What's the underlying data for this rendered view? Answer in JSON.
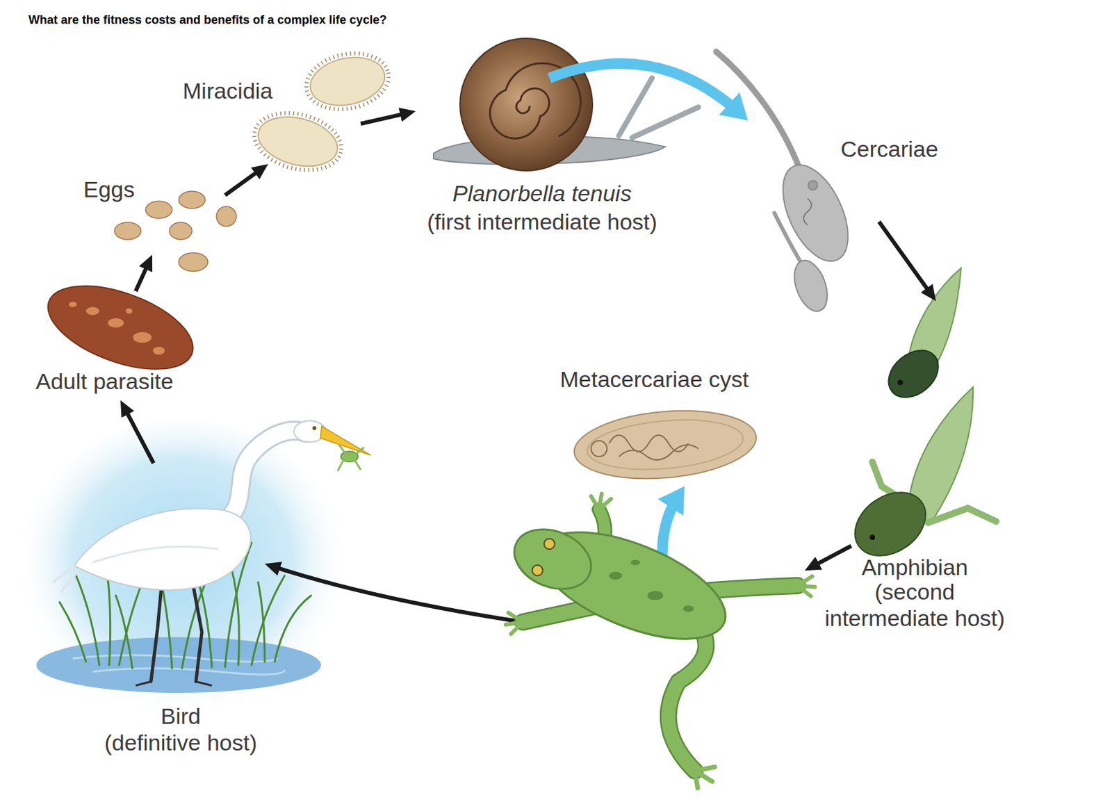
{
  "diagram": {
    "title": "What are the fitness costs and benefits of a complex life cycle?",
    "nodes": [
      {
        "text": [
          "Miracidia"
        ]
      },
      {
        "text": [
          "Planorbella tenuis",
          "(first intermediate host)"
        ]
      },
      {
        "text": [
          "Cercariae"
        ]
      },
      {
        "text": [
          "Eggs"
        ]
      },
      {
        "text": [
          "Adult parasite"
        ]
      },
      {
        "text": [
          "Metacercariae cyst"
        ]
      },
      {
        "text": [
          "Amphibian",
          "(second intermediate host)"
        ]
      },
      {
        "text": [
          "Bird",
          "(definitive host)"
        ]
      }
    ],
    "edges": [
      {
        "from": 4,
        "to": 3,
        "arrow": "to"
      },
      {
        "from": 3,
        "to": 0,
        "arrow": "to"
      },
      {
        "from": 0,
        "to": 1,
        "arrow": "to"
      },
      {
        "from": 1,
        "to": 2,
        "arrow": "to"
      },
      {
        "from": 2,
        "to": 6,
        "arrow": "to"
      },
      {
        "from": 6,
        "to": 5,
        "arrow": "to"
      },
      {
        "from": 6,
        "to": 7,
        "arrow": "to"
      },
      {
        "from": 7,
        "to": 4,
        "arrow": "to"
      }
    ]
  }
}
